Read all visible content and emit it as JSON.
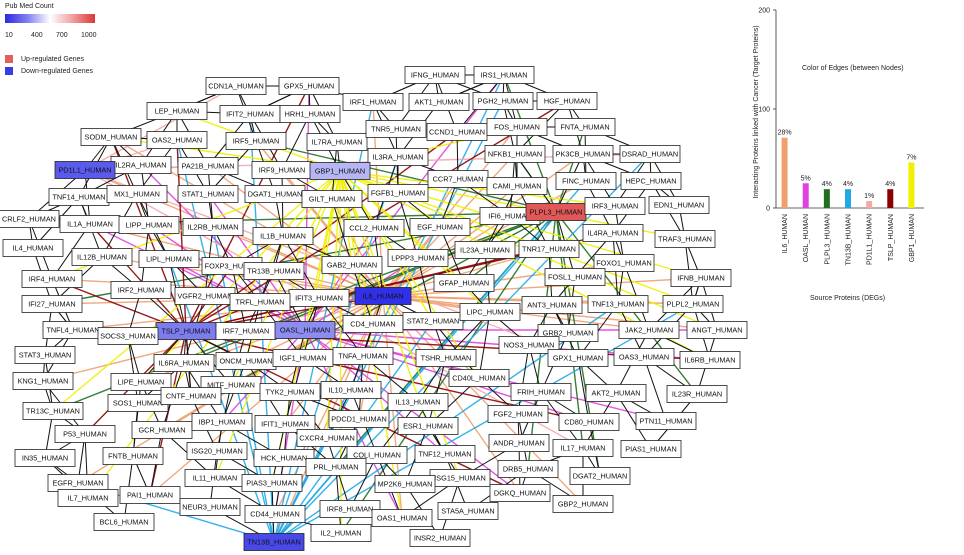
{
  "legend": {
    "pubmed_title": "Pub Med Count",
    "pubmed_ticks": [
      "10",
      "400",
      "700",
      "1000"
    ],
    "up_label": "Up-regulated Genes",
    "down_label": "Down-regulated Genes",
    "colors": {
      "up": "#e0605a",
      "down": "#3a3ae8"
    }
  },
  "network": {
    "nodes": [
      {
        "id": "CDN1A_HUMAN"
      },
      {
        "id": "GPX5_HUMAN"
      },
      {
        "id": "IFNG_HUMAN"
      },
      {
        "id": "IRS1_HUMAN"
      },
      {
        "id": "LEP_HUMAN"
      },
      {
        "id": "IFIT2_HUMAN"
      },
      {
        "id": "HRH1_HUMAN"
      },
      {
        "id": "IRF1_HUMAN"
      },
      {
        "id": "AKT1_HUMAN"
      },
      {
        "id": "PGH2_HUMAN"
      },
      {
        "id": "HGF_HUMAN"
      },
      {
        "id": "SODM_HUMAN"
      },
      {
        "id": "OAS2_HUMAN"
      },
      {
        "id": "IRF5_HUMAN"
      },
      {
        "id": "IL7RA_HUMAN"
      },
      {
        "id": "TNR5_HUMAN"
      },
      {
        "id": "CCND1_HUMAN"
      },
      {
        "id": "FOS_HUMAN"
      },
      {
        "id": "FNTA_HUMAN"
      },
      {
        "id": "IL2RA_HUMAN"
      },
      {
        "id": "PA21B_HUMAN"
      },
      {
        "id": "IL3RA_HUMAN"
      },
      {
        "id": "NFKB1_HUMAN"
      },
      {
        "id": "PK3CB_HUMAN"
      },
      {
        "id": "DSRAD_HUMAN"
      },
      {
        "id": "PD1L1_HUMAN",
        "reg": "down",
        "level": 0.75
      },
      {
        "id": "IRF9_HUMAN"
      },
      {
        "id": "GBP1_HUMAN",
        "reg": "down",
        "level": 0.2
      },
      {
        "id": "HEPC_HUMAN"
      },
      {
        "id": "TNF14_HUMAN"
      },
      {
        "id": "MX1_HUMAN"
      },
      {
        "id": "STAT1_HUMAN"
      },
      {
        "id": "DGAT1_HUMAN"
      },
      {
        "id": "CCR7_HUMAN"
      },
      {
        "id": "FINC_HUMAN"
      },
      {
        "id": "CAMI_HUMAN"
      },
      {
        "id": "GILT_HUMAN"
      },
      {
        "id": "FGFB1_HUMAN"
      },
      {
        "id": "CRLF2_HUMAN"
      },
      {
        "id": "IL1A_HUMAN"
      },
      {
        "id": "LIPP_HUMAN"
      },
      {
        "id": "IL2RB_HUMAN"
      },
      {
        "id": "IFI6_HUMAN"
      },
      {
        "id": "PLPL3_HUMAN",
        "reg": "up",
        "level": 1
      },
      {
        "id": "IRF3_HUMAN"
      },
      {
        "id": "EDN1_HUMAN"
      },
      {
        "id": "IL1B_HUMAN"
      },
      {
        "id": "CCL2_HUMAN"
      },
      {
        "id": "EGF_HUMAN"
      },
      {
        "id": "IL4RA_HUMAN"
      },
      {
        "id": "IL4_HUMAN"
      },
      {
        "id": "IL12B_HUMAN"
      },
      {
        "id": "LIPL_HUMAN"
      },
      {
        "id": "FOXP3_HUMAN"
      },
      {
        "id": "IL23A_HUMAN"
      },
      {
        "id": "TRAF3_HUMAN"
      },
      {
        "id": "TR13B_HUMAN"
      },
      {
        "id": "GAB2_HUMAN"
      },
      {
        "id": "LPPP3_HUMAN"
      },
      {
        "id": "TNR17_HUMAN"
      },
      {
        "id": "FOXO1_HUMAN"
      },
      {
        "id": "IRF4_HUMAN"
      },
      {
        "id": "IFNB_HUMAN"
      },
      {
        "id": "IRF2_HUMAN"
      },
      {
        "id": "VGFR2_HUMAN"
      },
      {
        "id": "IFIT3_HUMAN"
      },
      {
        "id": "IL6_HUMAN",
        "reg": "down",
        "level": 1
      },
      {
        "id": "GFAP_HUMAN"
      },
      {
        "id": "FOSL1_HUMAN"
      },
      {
        "id": "IFI27_HUMAN"
      },
      {
        "id": "TRFL_HUMAN"
      },
      {
        "id": "ANT3_HUMAN"
      },
      {
        "id": "TNF13_HUMAN"
      },
      {
        "id": "PLPL2_HUMAN"
      },
      {
        "id": "TNFL4_HUMAN"
      },
      {
        "id": "TSLP_HUMAN",
        "reg": "down",
        "level": 0.55
      },
      {
        "id": "IRF7_HUMAN"
      },
      {
        "id": "OASL_HUMAN",
        "reg": "down",
        "level": 0.45
      },
      {
        "id": "CD4_HUMAN"
      },
      {
        "id": "STAT2_HUMAN"
      },
      {
        "id": "LIPC_HUMAN"
      },
      {
        "id": "JAK2_HUMAN"
      },
      {
        "id": "ANGT_HUMAN"
      },
      {
        "id": "SOCS3_HUMAN"
      },
      {
        "id": "GRB2_HUMAN"
      },
      {
        "id": "STAT3_HUMAN"
      },
      {
        "id": "IL6RA_HUMAN"
      },
      {
        "id": "ONCM_HUMAN"
      },
      {
        "id": "IGF1_HUMAN"
      },
      {
        "id": "TNFA_HUMAN"
      },
      {
        "id": "TSHR_HUMAN"
      },
      {
        "id": "NOS3_HUMAN"
      },
      {
        "id": "GPX1_HUMAN"
      },
      {
        "id": "OAS3_HUMAN"
      },
      {
        "id": "IL6RB_HUMAN"
      },
      {
        "id": "KNG1_HUMAN"
      },
      {
        "id": "LIPE_HUMAN"
      },
      {
        "id": "MITF_HUMAN"
      },
      {
        "id": "TYK2_HUMAN"
      },
      {
        "id": "IL10_HUMAN"
      },
      {
        "id": "CD40L_HUMAN"
      },
      {
        "id": "FRIH_HUMAN"
      },
      {
        "id": "AKT2_HUMAN"
      },
      {
        "id": "IL23R_HUMAN"
      },
      {
        "id": "TR13C_HUMAN"
      },
      {
        "id": "SOS1_HUMAN"
      },
      {
        "id": "CNTF_HUMAN"
      },
      {
        "id": "IL13_HUMAN"
      },
      {
        "id": "FGF2_HUMAN"
      },
      {
        "id": "CD80_HUMAN"
      },
      {
        "id": "PTN11_HUMAN"
      },
      {
        "id": "P53_HUMAN"
      },
      {
        "id": "GCR_HUMAN"
      },
      {
        "id": "IBP1_HUMAN"
      },
      {
        "id": "IFIT1_HUMAN"
      },
      {
        "id": "PDCD1_HUMAN"
      },
      {
        "id": "ESR1_HUMAN"
      },
      {
        "id": "IL17_HUMAN"
      },
      {
        "id": "PIAS1_HUMAN"
      },
      {
        "id": "IN35_HUMAN"
      },
      {
        "id": "FNTB_HUMAN"
      },
      {
        "id": "ISG20_HUMAN"
      },
      {
        "id": "CXCR4_HUMAN"
      },
      {
        "id": "ANDR_HUMAN"
      },
      {
        "id": "EGFR_HUMAN"
      },
      {
        "id": "HCK_HUMAN"
      },
      {
        "id": "COLI_HUMAN"
      },
      {
        "id": "TNF12_HUMAN"
      },
      {
        "id": "DRB5_HUMAN"
      },
      {
        "id": "DGAT2_HUMAN"
      },
      {
        "id": "PAI1_HUMAN"
      },
      {
        "id": "IL11_HUMAN"
      },
      {
        "id": "PRL_HUMAN"
      },
      {
        "id": "ISG15_HUMAN"
      },
      {
        "id": "IL7_HUMAN"
      },
      {
        "id": "PIAS3_HUMAN"
      },
      {
        "id": "MP2K6_HUMAN"
      },
      {
        "id": "DGKQ_HUMAN"
      },
      {
        "id": "GBP2_HUMAN"
      },
      {
        "id": "BCL6_HUMAN"
      },
      {
        "id": "NEUR3_HUMAN"
      },
      {
        "id": "CD44_HUMAN"
      },
      {
        "id": "IRF8_HUMAN"
      },
      {
        "id": "OAS1_HUMAN"
      },
      {
        "id": "STA5A_HUMAN"
      },
      {
        "id": "TN13B_HUMAN",
        "reg": "down",
        "level": 0.85
      },
      {
        "id": "IL2_HUMAN"
      },
      {
        "id": "INSR2_HUMAN"
      }
    ],
    "hubs": [
      "IL6_HUMAN",
      "OASL_HUMAN",
      "PLPL3_HUMAN",
      "TN13B_HUMAN",
      "PD1L1_HUMAN",
      "TSLP_HUMAN",
      "GBP1_HUMAN"
    ],
    "hub_colors": [
      "#f0a070",
      "#e040e0",
      "#207020",
      "#20a8e8",
      "#f4a8a8",
      "#8b0000",
      "#f0f000"
    ]
  },
  "chart_data": {
    "type": "bar",
    "title": "Color of Edges (between Nodes)",
    "ylabel": "Interacting Proteins linked with Cancer (Target Proteins)",
    "xlabel": "Source Proteins (DEGs)",
    "categories": [
      "IL6_HUMAN",
      "OASL_HUMAN",
      "PLPL3_HUMAN",
      "TN13B_HUMAN",
      "PD1L1_HUMAN",
      "TSLP_HUMAN",
      "GBP1_HUMAN"
    ],
    "values": [
      71,
      25,
      19,
      19,
      7,
      19,
      46
    ],
    "labels": [
      "28%",
      "5%",
      "4%",
      "4%",
      "1%",
      "4%",
      "7%"
    ],
    "colors": [
      "#f0a070",
      "#e040e0",
      "#207020",
      "#20a8e8",
      "#f4a8a8",
      "#8b0000",
      "#f0f000"
    ],
    "yticks": [
      0,
      100,
      200
    ],
    "ylim": [
      0,
      200
    ]
  }
}
